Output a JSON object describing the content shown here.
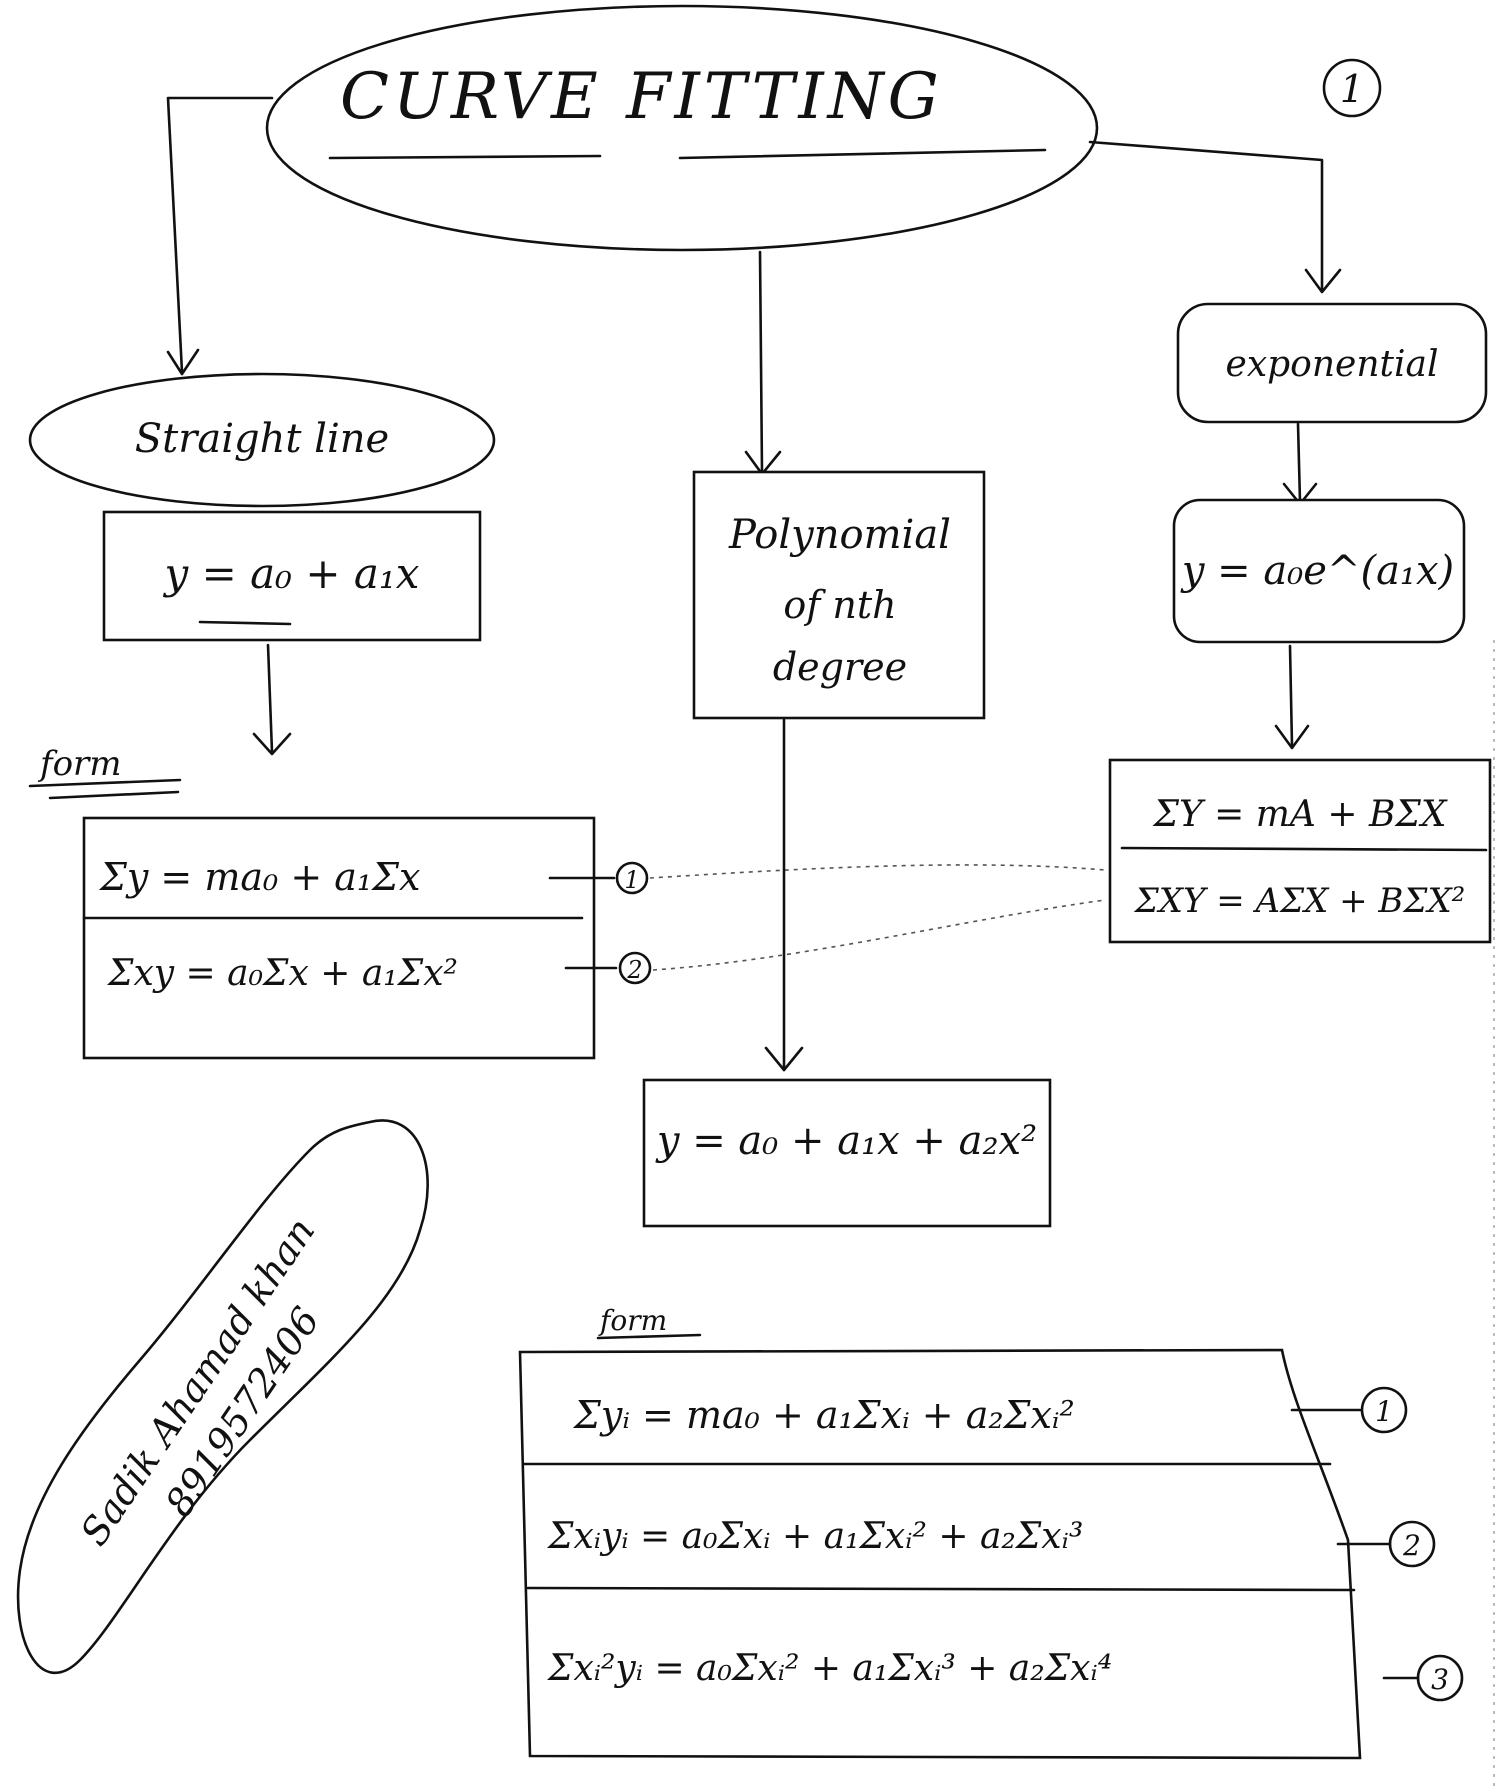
{
  "title": "CURVE FITTING",
  "page_number": "1",
  "branches": {
    "straight_line": {
      "label": "Straight line",
      "equation": "y = a₀ + a₁x",
      "formula_label": "form",
      "normal_equations": [
        "Σy = ma₀ + a₁Σx",
        "Σxy = a₀Σx + a₁Σx²"
      ],
      "markers": [
        "1",
        "2"
      ]
    },
    "polynomial": {
      "label_lines": [
        "Polynomial",
        "of nth",
        "degree"
      ],
      "equation": "y = a₀ + a₁x + a₂x²",
      "formula_label": "form",
      "normal_equations": [
        "Σyᵢ = ma₀ + a₁Σxᵢ + a₂Σxᵢ²",
        "Σxᵢyᵢ = a₀Σxᵢ + a₁Σxᵢ² + a₂Σxᵢ³",
        "Σxᵢ²yᵢ = a₀Σxᵢ² + a₁Σxᵢ³ + a₂Σxᵢ⁴"
      ],
      "markers": [
        "1",
        "2",
        "3"
      ]
    },
    "exponential": {
      "label": "exponential",
      "equation": "y = a₀e^(a₁x)",
      "normal_equations": [
        "ΣY = mA + BΣX",
        "ΣXY = AΣX + BΣX²"
      ]
    }
  },
  "signature": {
    "name": "Sadik Ahamad khan",
    "phone": "8919572406"
  }
}
